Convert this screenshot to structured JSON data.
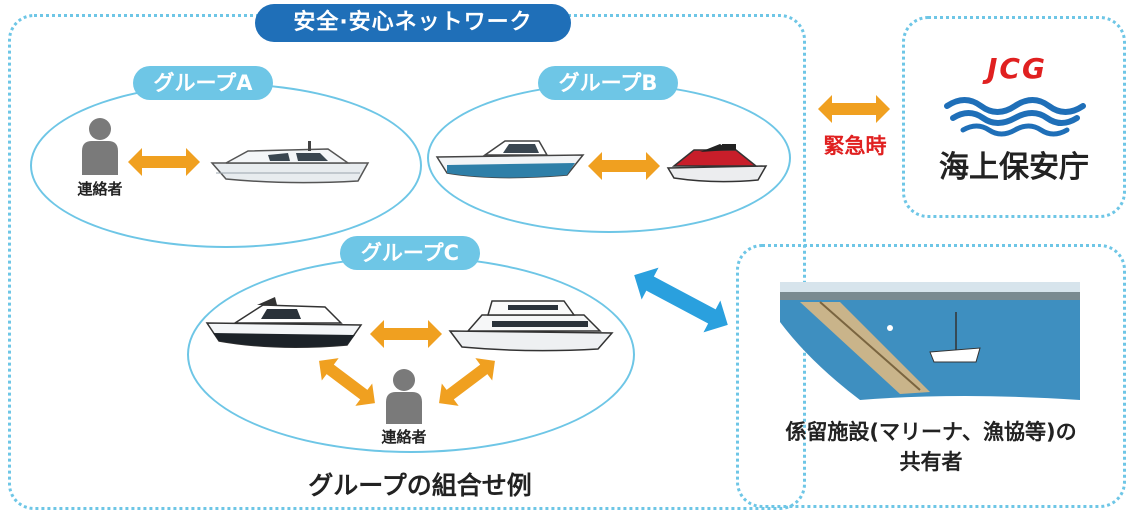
{
  "network": {
    "title": "安全·安心ネットワーク"
  },
  "groups": [
    {
      "label": "グループA",
      "contact": "連絡者"
    },
    {
      "label": "グループB"
    },
    {
      "label": "グループC",
      "contact": "連絡者"
    }
  ],
  "example_caption": "グループの組合せ例",
  "coast_guard": {
    "logo_text": "JCG",
    "name": "海上保安庁",
    "emergency_label": "緊急時"
  },
  "marina": {
    "caption_line1": "係留施設(マリーナ、漁協等)の",
    "caption_line2": "共有者"
  },
  "colors": {
    "title_blue": "#1f6fb8",
    "light_blue": "#6ec6e6",
    "arrow_orange": "#f0a020",
    "arrow_blue": "#2aa0de",
    "emergency_red": "#e02020",
    "person_gray": "#7a7a7a"
  }
}
